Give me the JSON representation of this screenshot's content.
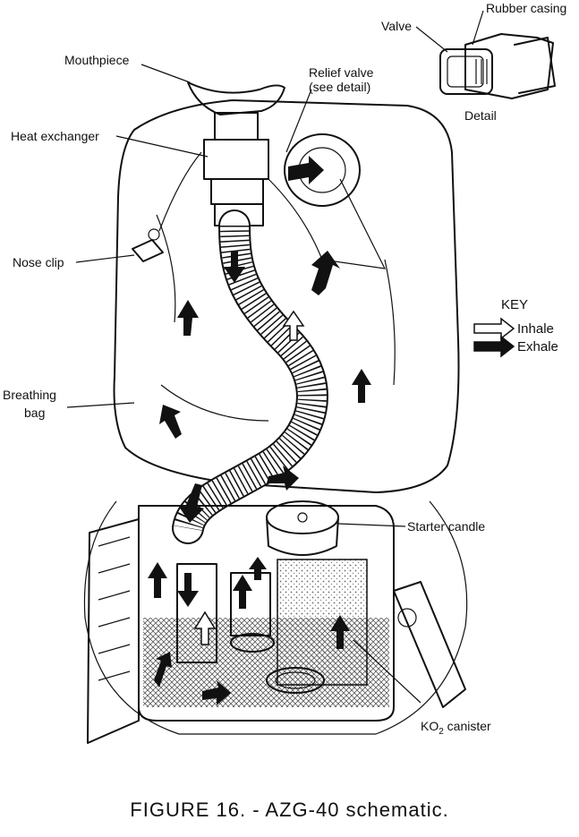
{
  "labels": {
    "rubber_casing": "Rubber casing",
    "valve": "Valve",
    "detail": "Detail",
    "mouthpiece": "Mouthpiece",
    "relief_valve_1": "Relief valve",
    "relief_valve_2": "(see detail)",
    "heat_exchanger": "Heat exchanger",
    "nose_clip": "Nose clip",
    "breathing_bag_1": "Breathing",
    "breathing_bag_2": "bag",
    "starter_candle": "Starter candle",
    "ko2_canister_pre": "KO",
    "ko2_canister_sub": "2",
    "ko2_canister_post": " canister"
  },
  "key": {
    "title": "KEY",
    "inhale": "Inhale",
    "exhale": "Exhale"
  },
  "caption": "FIGURE 16. - AZG-40 schematic.",
  "colors": {
    "ink": "#111111",
    "background": "#ffffff",
    "stipple": "#9a9a9a"
  }
}
